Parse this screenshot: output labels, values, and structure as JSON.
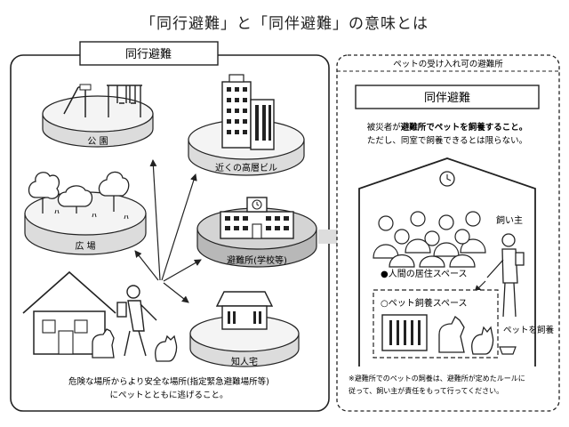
{
  "title": "「同行避難」と「同伴避難」の意味とは",
  "left_panel": {
    "heading": "同行避難",
    "places": {
      "park": "公 園",
      "building": "近くの高層ビル",
      "plaza": "広 場",
      "shelter": "避難所(学校等)",
      "friend_house": "知人宅"
    },
    "caption_line1": "危険な場所からより安全な場所(指定緊急避難場所等)",
    "caption_line2": "にペットとともに逃げること。"
  },
  "right_panel": {
    "tab_label": "ペットの受け入れ可の避難所",
    "heading": "同伴避難",
    "desc_line1_prefix": "被災者が",
    "desc_line1_bold": "避難所でペットを飼養すること。",
    "desc_line2": "ただし、同室で飼養できるとは限らない。",
    "owner_label": "飼い主",
    "human_space": "●人間の居住スペース",
    "pet_space": "○ペット飼養スペース",
    "pet_care_label": "ペットを飼養",
    "note_line1": "※避難所でのペットの飼養は、避難所が定めたルールに",
    "note_line2": "従って、飼い主が責任をもって行ってください。"
  },
  "colors": {
    "line": "#222222",
    "platform_top": "#f4f4f4",
    "platform_side": "#dcdcdc",
    "shelter_platform_top": "#d4d4d4",
    "shelter_platform_side": "#b8b8b8",
    "arrow_fill": "#dddddd",
    "panel_bg": "#ffffff"
  }
}
